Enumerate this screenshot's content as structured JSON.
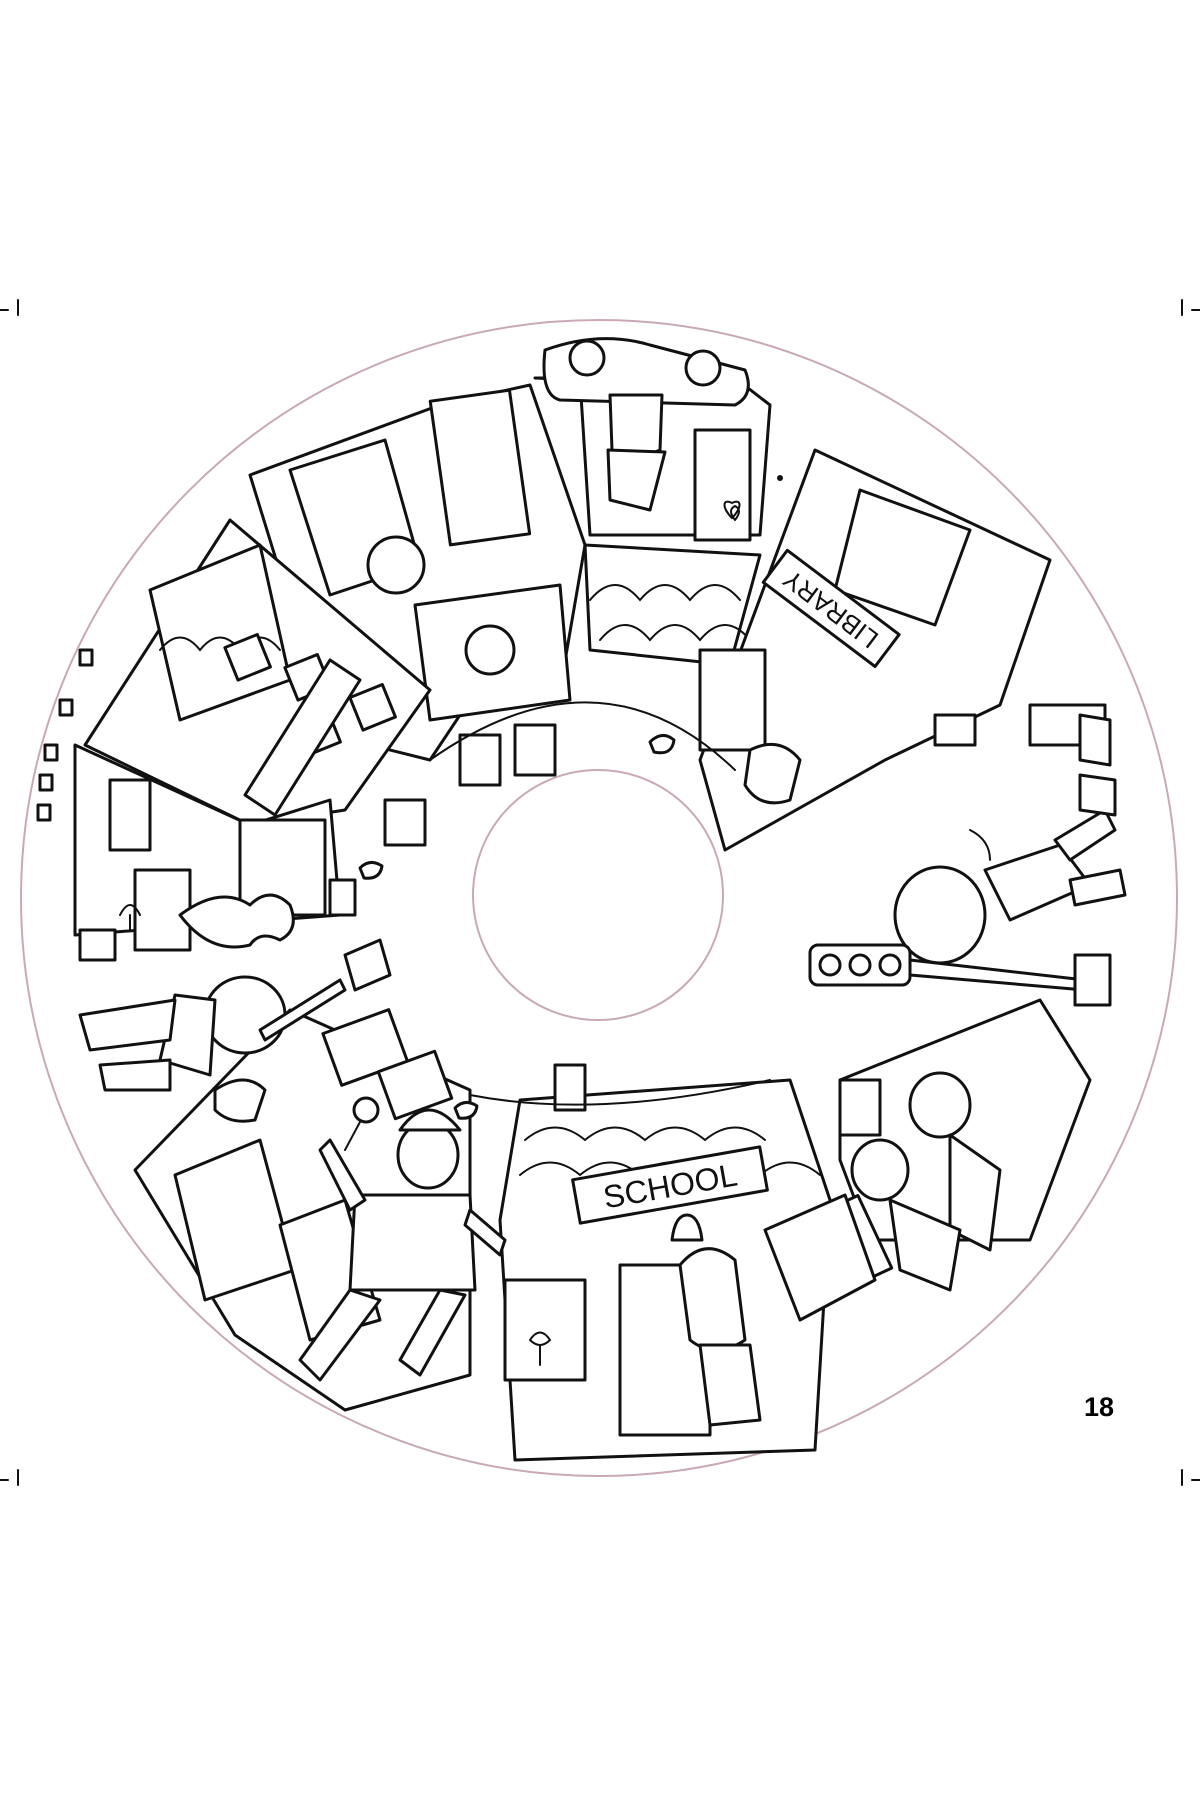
{
  "page": {
    "number": "18"
  },
  "colors": {
    "ink": "#111111",
    "guide_circle": "#c9a8b8",
    "paper": "#ffffff"
  },
  "signs": {
    "library": "LIBRARY",
    "school": "SCHOOL"
  },
  "icons": [
    "heart-icon",
    "bell-icon",
    "flower-icon",
    "tulip-icon",
    "bird-icon",
    "traffic-light-icon",
    "street-lamp-icon",
    "magnifying-glass-icon"
  ]
}
